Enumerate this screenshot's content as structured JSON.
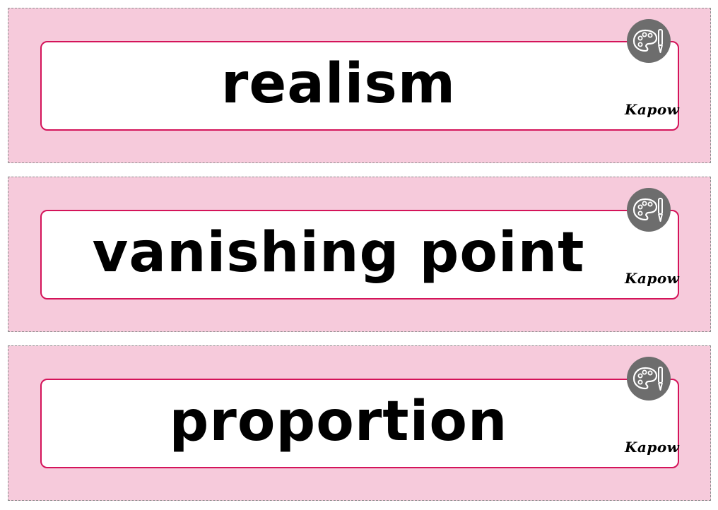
{
  "cards": [
    {
      "word": "realism",
      "logo": "Kapow"
    },
    {
      "word": "vanishing point",
      "logo": "Kapow"
    },
    {
      "word": "proportion",
      "logo": "Kapow"
    }
  ],
  "colors": {
    "strip_background": "#f6cadb",
    "card_border": "#d4145a",
    "badge_background": "#6d6d6d",
    "text": "#000000"
  },
  "icons": {
    "badge": "palette-and-brush-icon"
  }
}
